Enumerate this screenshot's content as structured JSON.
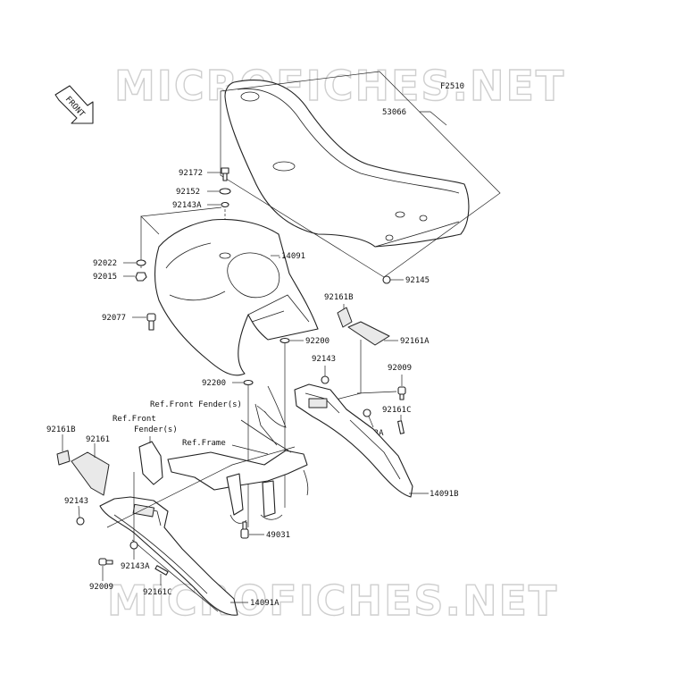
{
  "watermark": {
    "top": "MICROFICHES.NET",
    "bottom": "MICROFICHES.NET"
  },
  "code": "F2510",
  "front_arrow": "FRONT",
  "labels": {
    "p53066": "53066",
    "p92172": "92172",
    "p92152": "92152",
    "p92143A_top": "92143A",
    "p14091": "14091",
    "p92022": "92022",
    "p92015": "92015",
    "p92145": "92145",
    "p92161B_r": "92161B",
    "p92161A": "92161A",
    "p92077": "92077",
    "p92200_r": "92200",
    "p92143_r": "92143",
    "p92009_r": "92009",
    "p92200_l": "92200",
    "ref_front_fender_r": "Ref.Front Fender(s)",
    "p92161C_r": "92161C",
    "ref_front_l1": "Ref.Front",
    "ref_front_l2": "Fender(s)",
    "p92143A_r": "92143A",
    "ref_frame": "Ref.Frame",
    "p92161B_l": "92161B",
    "p92161_l": "92161",
    "p14091B": "14091B",
    "p92143_l": "92143",
    "p49031": "49031",
    "p92143A_l": "92143A",
    "p92009_l": "92009",
    "p92161C_l": "92161C",
    "p14091A": "14091A"
  }
}
